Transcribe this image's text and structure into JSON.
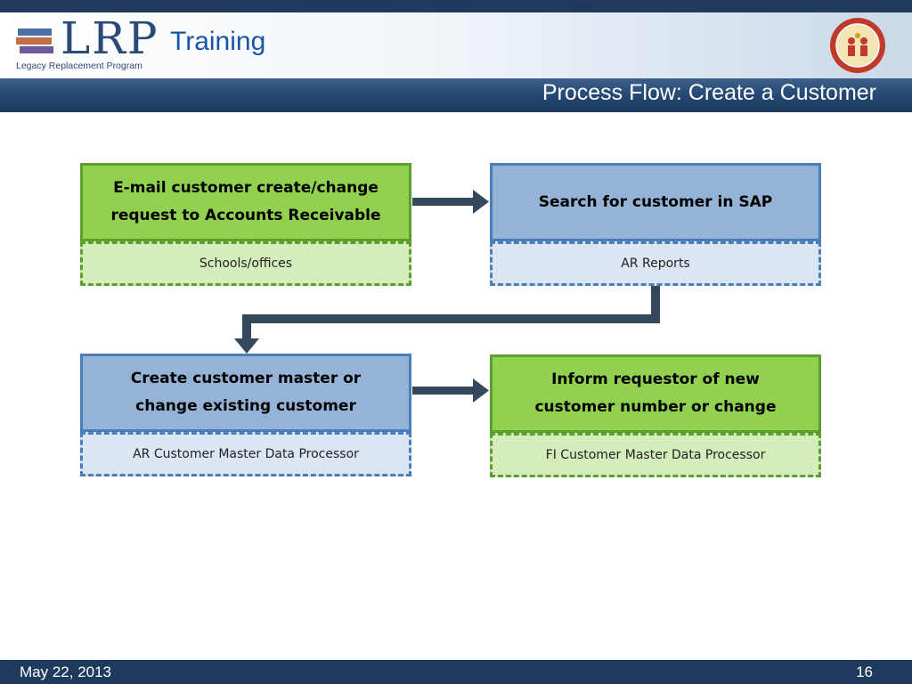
{
  "header": {
    "logo_text": "LRP",
    "training_label": "Training",
    "logo_subtitle": "Legacy Replacement Program",
    "seal_icon": "district-seal-icon"
  },
  "slide": {
    "title": "Process Flow: Create a Customer"
  },
  "flow": {
    "step1": {
      "line1": "E-mail customer create/change",
      "line2": "request to Accounts Receivable",
      "role": "Schools/offices",
      "color": "#92d050"
    },
    "step2": {
      "line1": "Search for customer in SAP",
      "role": "AR Reports",
      "color": "#95b3d7"
    },
    "step3": {
      "line1": "Create customer master or",
      "line2": "change existing customer",
      "role": "AR Customer Master Data Processor",
      "color": "#95b3d7"
    },
    "step4": {
      "line1": "Inform requestor of new",
      "line2": "customer number or change",
      "role": "FI Customer Master Data Processor",
      "color": "#92d050"
    },
    "arrow_color": "#34495e"
  },
  "footer": {
    "date": "May 22, 2013",
    "page_number": "16"
  }
}
